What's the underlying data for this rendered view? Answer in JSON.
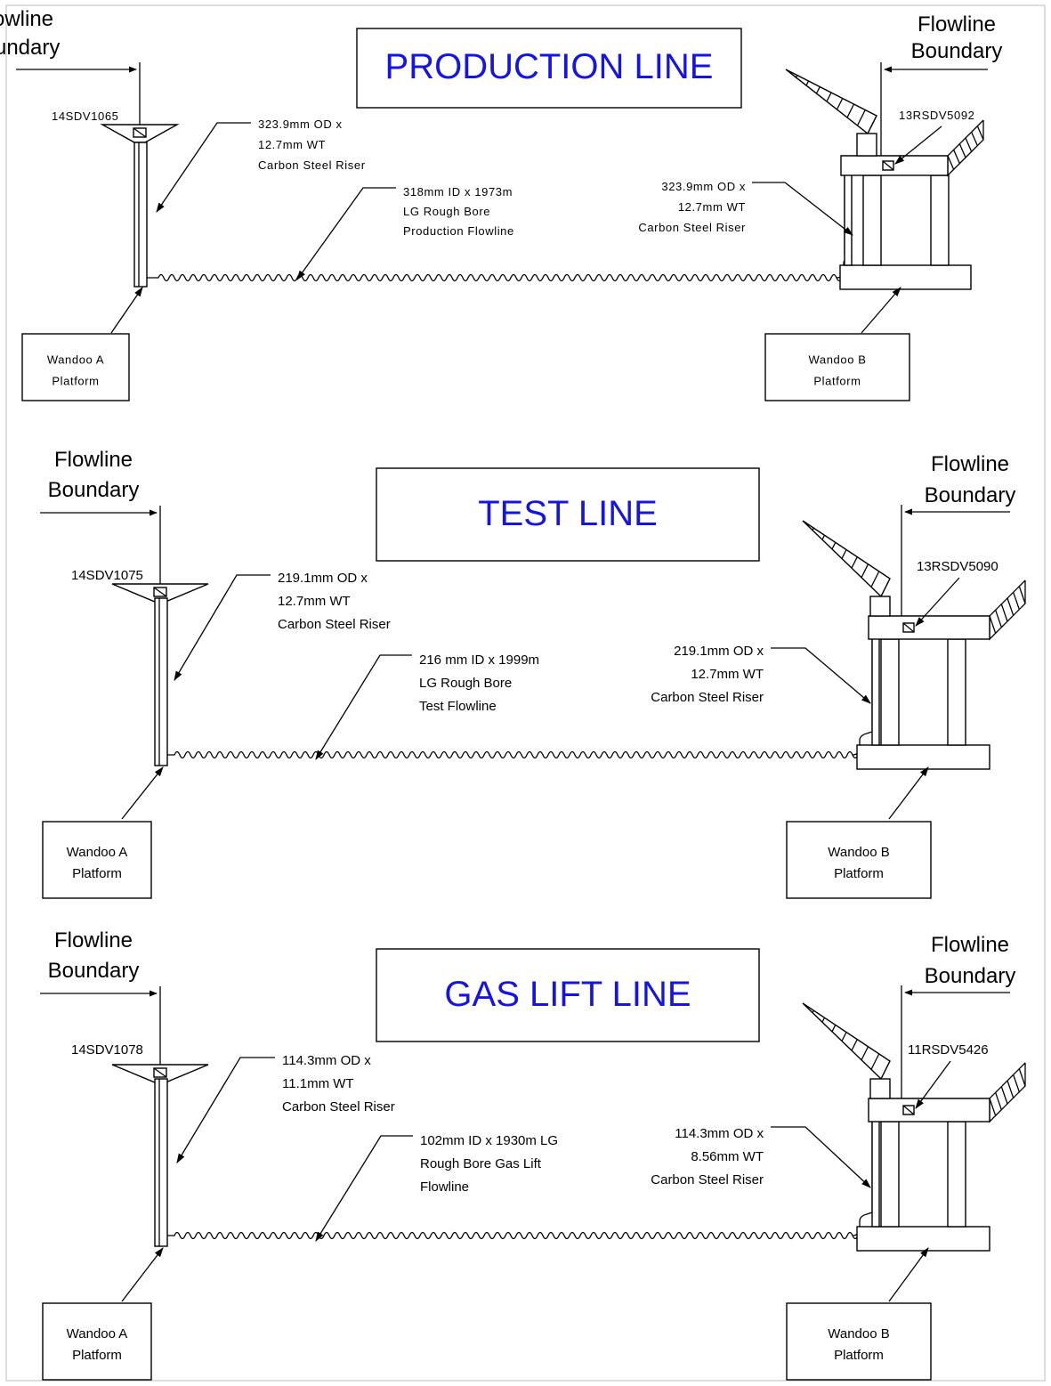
{
  "panels": [
    {
      "title": "PRODUCTION LINE",
      "left_boundary": [
        "Flowline",
        "Boundary"
      ],
      "right_boundary": [
        "Flowline",
        "Boundary"
      ],
      "left_valve": "14SDV1065",
      "right_valve": "13RSDV5092",
      "left_riser": [
        "323.9mm OD x",
        "12.7mm WT",
        "Carbon Steel Riser"
      ],
      "flowline": [
        "318mm ID x 1973m",
        "LG Rough Bore",
        "Production Flowline"
      ],
      "right_riser": [
        "323.9mm OD x",
        "12.7mm WT",
        "Carbon Steel Riser"
      ],
      "platform_a": [
        "Wandoo A",
        "Platform"
      ],
      "platform_b": [
        "Wandoo B",
        "Platform"
      ]
    },
    {
      "title": "TEST LINE",
      "left_boundary": [
        "Flowline",
        "Boundary"
      ],
      "right_boundary": [
        "Flowline",
        "Boundary"
      ],
      "left_valve": "14SDV1075",
      "right_valve": "13RSDV5090",
      "left_riser": [
        "219.1mm OD x",
        "12.7mm WT",
        "Carbon Steel Riser"
      ],
      "flowline": [
        "216 mm ID x 1999m",
        "LG Rough Bore",
        "Test Flowline"
      ],
      "right_riser": [
        "219.1mm OD x",
        "12.7mm WT",
        "Carbon Steel Riser"
      ],
      "platform_a": [
        "Wandoo A",
        "Platform"
      ],
      "platform_b": [
        "Wandoo B",
        "Platform"
      ]
    },
    {
      "title": "GAS LIFT LINE",
      "left_boundary": [
        "Flowline",
        "Boundary"
      ],
      "right_boundary": [
        "Flowline",
        "Boundary"
      ],
      "left_valve": "14SDV1078",
      "right_valve": "11RSDV5426",
      "left_riser": [
        "114.3mm OD x",
        "11.1mm WT",
        "Carbon Steel Riser"
      ],
      "flowline": [
        "102mm ID x 1930m LG",
        "Rough Bore Gas Lift",
        "Flowline"
      ],
      "right_riser": [
        "114.3mm OD x",
        "8.56mm WT",
        "Carbon Steel Riser"
      ],
      "platform_a": [
        "Wandoo A",
        "Platform"
      ],
      "platform_b": [
        "Wandoo B",
        "Platform"
      ]
    }
  ],
  "colors": {
    "title": "#1414e6",
    "line": "#000000",
    "background": "#ffffff"
  }
}
